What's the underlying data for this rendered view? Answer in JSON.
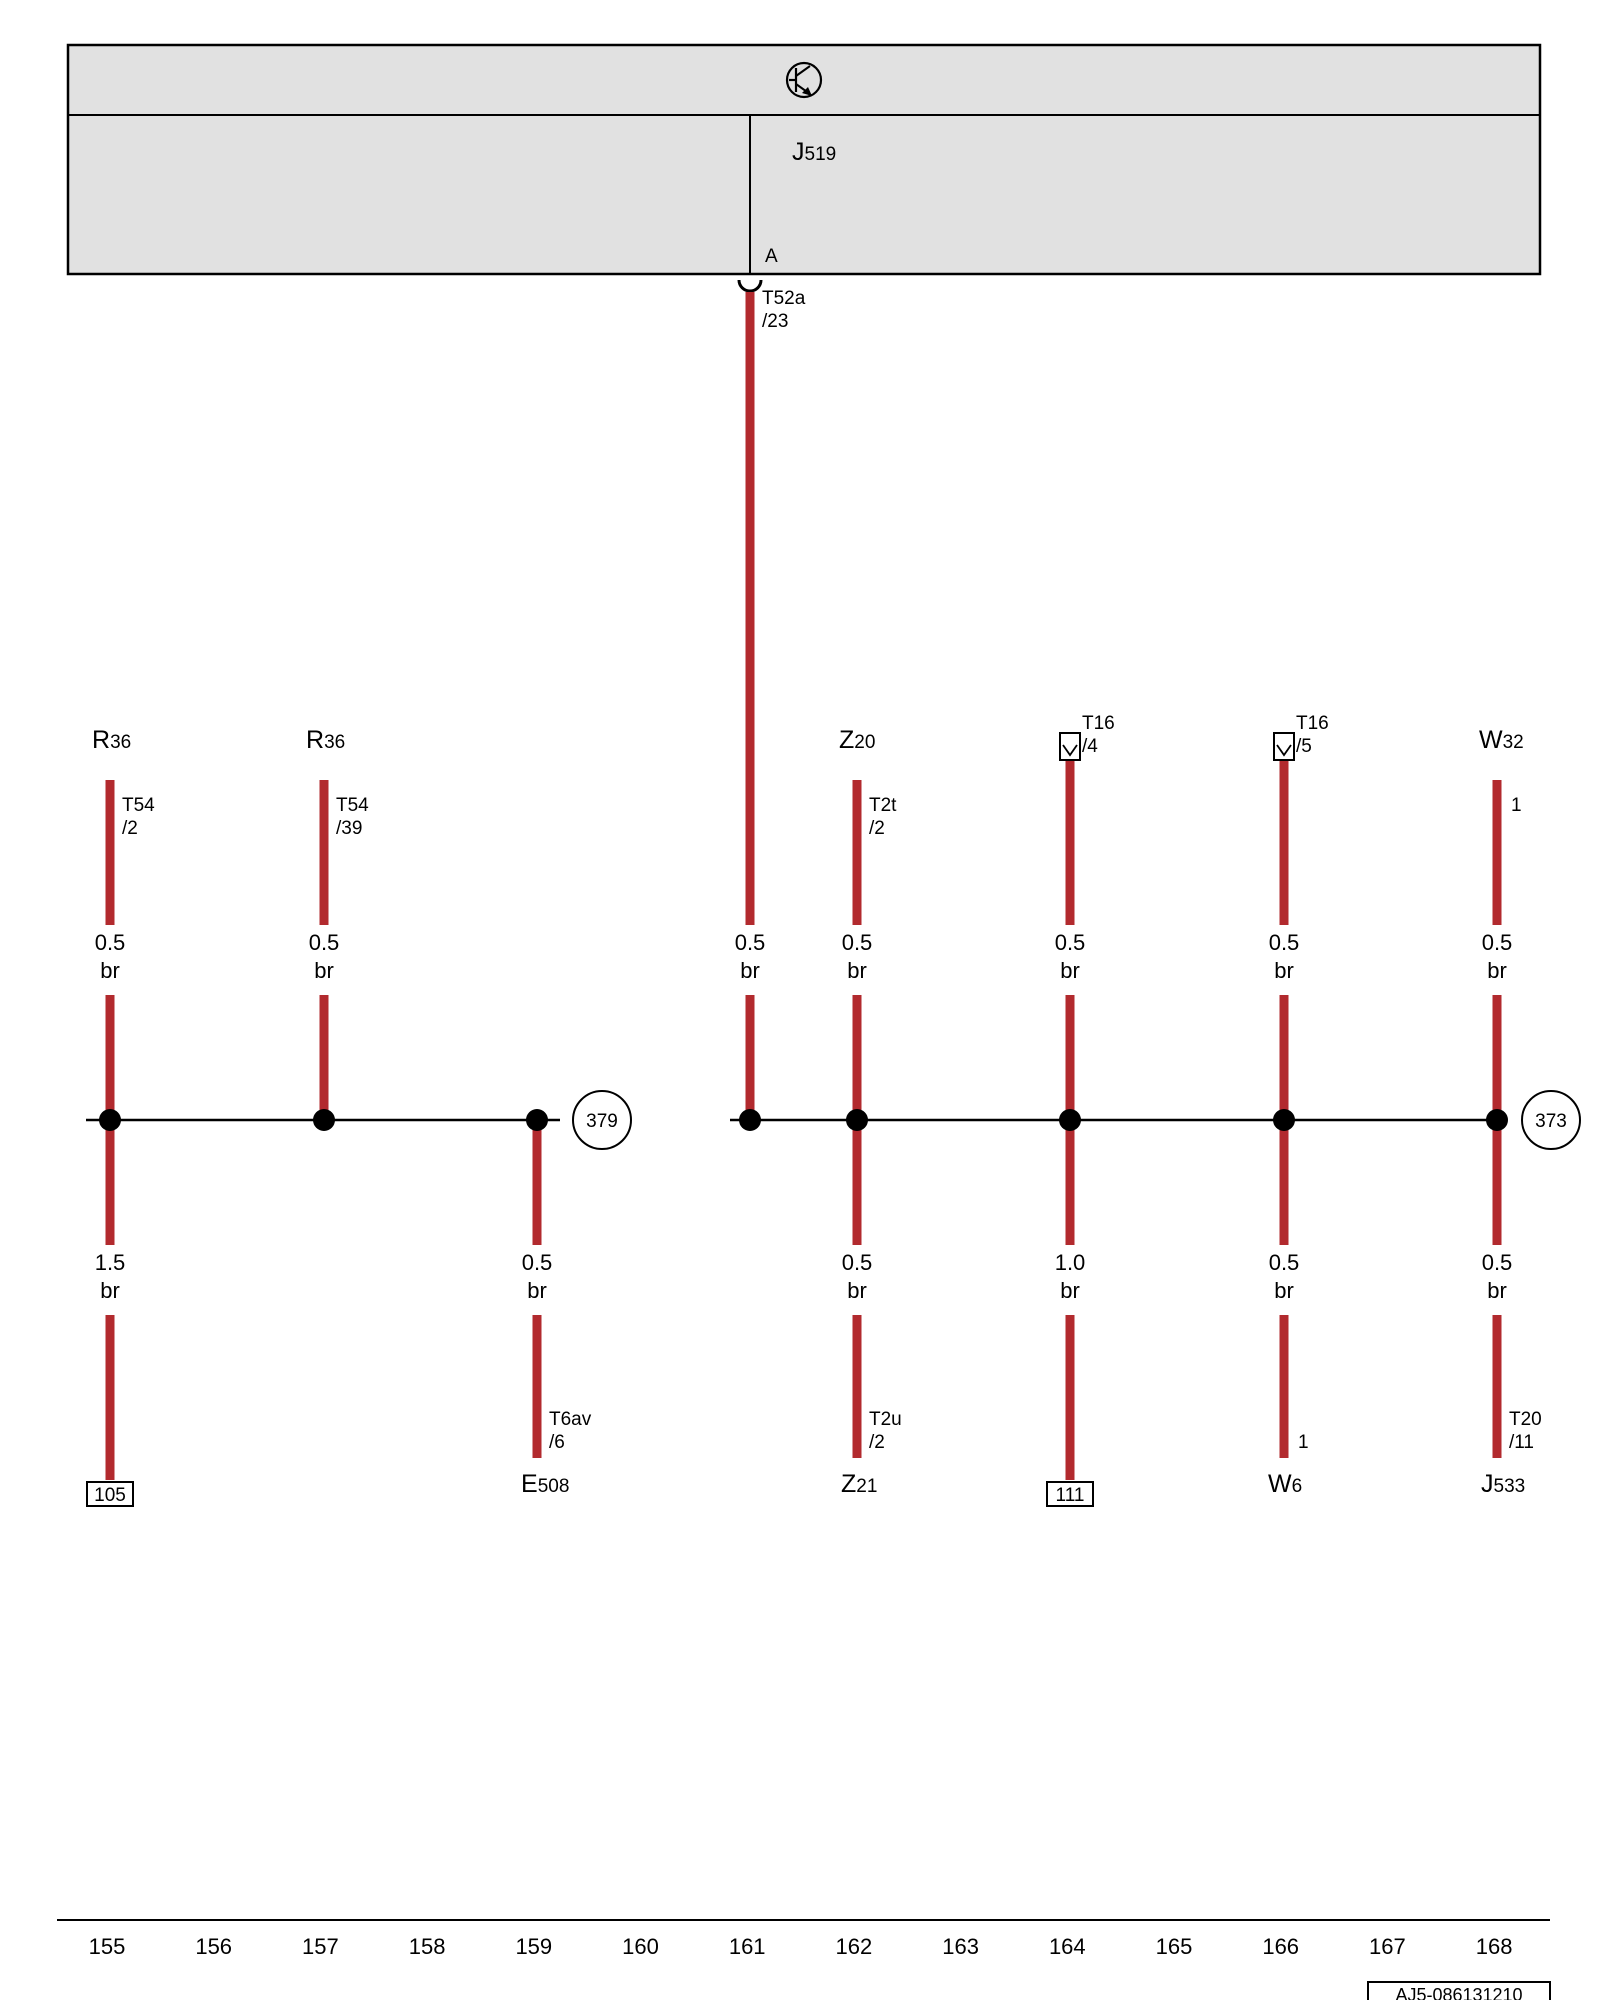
{
  "colors": {
    "wire": "#b22a2e",
    "module_fill": "#e1e1e1",
    "line": "#000000",
    "background": "#ffffff"
  },
  "module": {
    "name": "J519",
    "connector_letter": "A",
    "icon": "transistor-symbol-icon",
    "pin": {
      "connector": "T52a",
      "pin": "/23"
    }
  },
  "splices": [
    {
      "id": "379"
    },
    {
      "id": "373"
    }
  ],
  "wires": [
    {
      "col": 0,
      "top_label": "R36",
      "top_pin": [
        "T54",
        "/2"
      ],
      "upper_size": "0.5",
      "upper_color": "br",
      "lower_size": "1.5",
      "lower_color": "br",
      "bottom_ref": "105"
    },
    {
      "col": 1,
      "top_label": "R36",
      "top_pin": [
        "T54",
        "/39"
      ],
      "upper_size": "0.5",
      "upper_color": "br"
    },
    {
      "col": 2,
      "lower_size": "0.5",
      "lower_color": "br",
      "bottom_pin": [
        "T6av",
        "/6"
      ],
      "bottom_label": "E508"
    },
    {
      "col": 3,
      "upper_size": "0.5",
      "upper_color": "br"
    },
    {
      "col": 4,
      "top_label": "Z20",
      "top_pin": [
        "T2t",
        "/2"
      ],
      "upper_size": "0.5",
      "upper_color": "br",
      "lower_size": "0.5",
      "lower_color": "br",
      "bottom_pin": [
        "T2u",
        "/2"
      ],
      "bottom_label": "Z21"
    },
    {
      "col": 5,
      "top_pin": [
        "T16",
        "/4"
      ],
      "upper_size": "0.5",
      "upper_color": "br",
      "lower_size": "1.0",
      "lower_color": "br",
      "bottom_ref": "111"
    },
    {
      "col": 6,
      "top_pin": [
        "T16",
        "/5"
      ],
      "upper_size": "0.5",
      "upper_color": "br",
      "lower_size": "0.5",
      "lower_color": "br",
      "bottom_pin": [
        "1"
      ],
      "bottom_label": "W6"
    },
    {
      "col": 7,
      "top_label": "W32",
      "top_pin": [
        "1"
      ],
      "upper_size": "0.5",
      "upper_color": "br",
      "lower_size": "0.5",
      "lower_color": "br",
      "bottom_pin": [
        "T20",
        "/11"
      ],
      "bottom_label": "J533"
    }
  ],
  "grid_numbers": [
    "155",
    "156",
    "157",
    "158",
    "159",
    "160",
    "161",
    "162",
    "163",
    "164",
    "165",
    "166",
    "167",
    "168"
  ],
  "doc_ref": "AJ5-086131210"
}
